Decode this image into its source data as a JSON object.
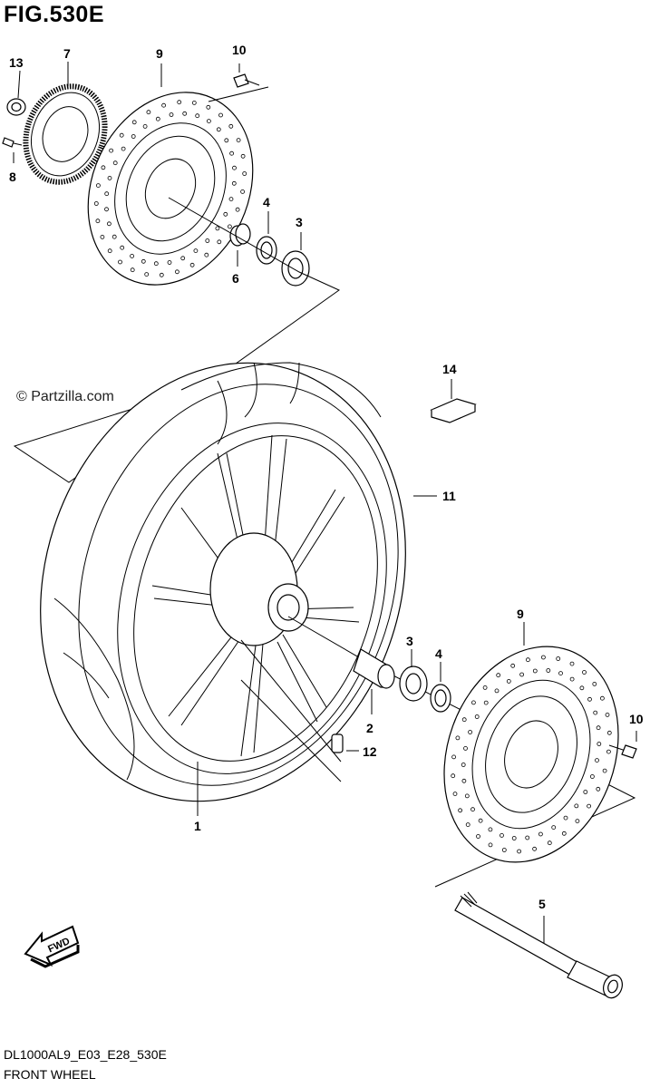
{
  "figure": {
    "title": "FIG.530E",
    "watermark": "© Partzilla.com",
    "code": "DL1000AL9_E03_E28_530E",
    "name": "FRONT WHEEL",
    "fwd_label": "FWD"
  },
  "callouts": [
    {
      "id": "13",
      "part": "nut"
    },
    {
      "id": "7",
      "part": "sensor-ring"
    },
    {
      "id": "8",
      "part": "bolt"
    },
    {
      "id": "9",
      "part": "brake-disc-left"
    },
    {
      "id": "10",
      "part": "disc-bolt-left"
    },
    {
      "id": "4",
      "part": "oil-seal-left"
    },
    {
      "id": "3",
      "part": "bearing-left"
    },
    {
      "id": "6",
      "part": "spacer"
    },
    {
      "id": "14",
      "part": "balancer-weight"
    },
    {
      "id": "11",
      "part": "tire"
    },
    {
      "id": "2",
      "part": "spacer-center"
    },
    {
      "id": "3",
      "part": "bearing-right"
    },
    {
      "id": "4",
      "part": "oil-seal-right"
    },
    {
      "id": "9",
      "part": "brake-disc-right"
    },
    {
      "id": "10",
      "part": "disc-bolt-right"
    },
    {
      "id": "12",
      "part": "valve"
    },
    {
      "id": "1",
      "part": "wheel-rim"
    },
    {
      "id": "5",
      "part": "axle"
    }
  ]
}
